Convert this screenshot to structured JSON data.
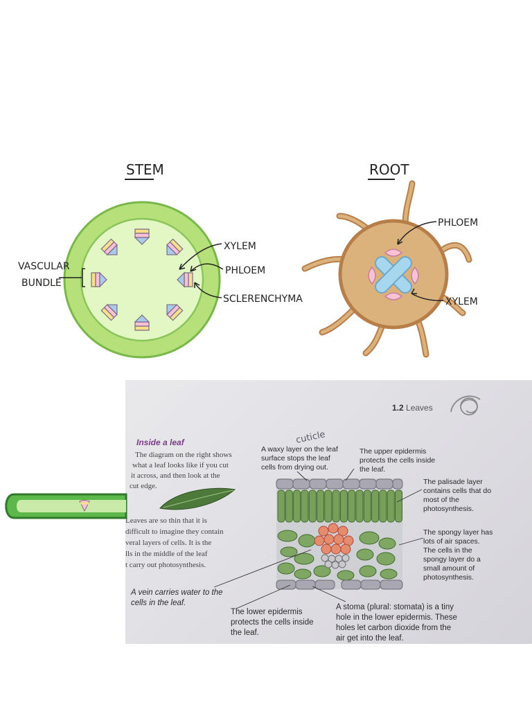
{
  "stem_diagram": {
    "title": "STEM",
    "labels": {
      "xylem": "XYLEM",
      "phloem": "PHLOEM",
      "sclerenchyma": "SCLERENCHYMA",
      "vascular_bundle_line1": "VASCULAR",
      "vascular_bundle_line2": "BUNDLE"
    }
  },
  "root_diagram": {
    "title": "ROOT",
    "labels": {
      "phloem": "PHLOEM",
      "xylem": "XYLEM"
    }
  },
  "colors": {
    "stem_outer": "#b5e07a",
    "stem_inner": "#e3f7c4",
    "xylem": "#f7c1d6",
    "phloem": "#a9cbe9",
    "sclerenchyma": "#f7e08c",
    "root_body": "#dcb27c",
    "root_outline": "#b77e49",
    "root_xylem": "#a7d6ef",
    "leaf_green": "#6a9b3f"
  },
  "textbook": {
    "section_number": "1.2",
    "section_title": "Leaves",
    "heading": "Inside a leaf",
    "handwritten_note": "cuticle",
    "intro_lines": [
      "The diagram on the right shows",
      "what a leaf looks like if you cut",
      "it across, and then look at the",
      "cut edge."
    ],
    "para_lines": [
      "Leaves are so thin that it is",
      "difficult to imagine they contain",
      "veral layers of cells. It is the",
      "lls in the middle of the leaf",
      "t carry out photosynthesis."
    ],
    "label_waxy": "A waxy layer on the leaf surface stops the leaf cells from drying out.",
    "label_upper_epidermis": "The upper epidermis protects the cells inside the leaf.",
    "label_palisade": "The palisade layer contains cells that do most of the photosynthesis.",
    "label_spongy": "The spongy layer has lots of air spaces. The cells in the spongy layer do a small amount of photosynthesis.",
    "label_vein": "A vein carries water to the cells in the leaf.",
    "label_lower_epidermis": "The lower epidermis protects the cells inside the leaf.",
    "label_stoma": "A stoma (plural: stomata) is a tiny hole in the lower epidermis. These holes let carbon dioxide from the air get into the leaf."
  }
}
